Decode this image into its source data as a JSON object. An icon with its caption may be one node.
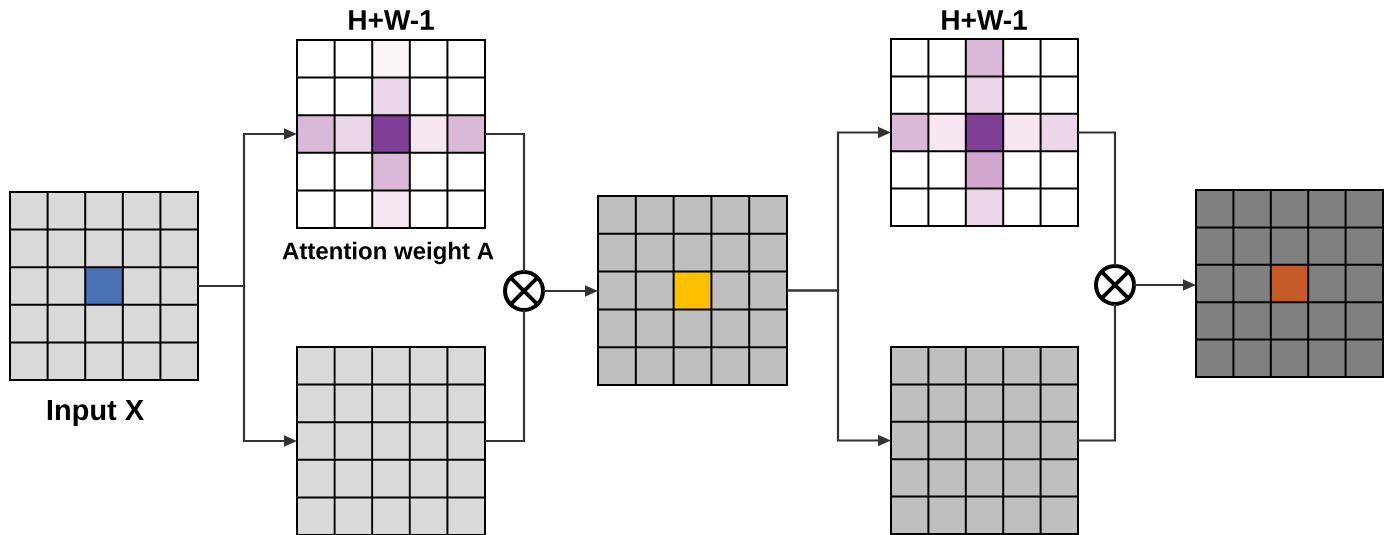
{
  "diagram": {
    "nodes": [
      {
        "text": [
          "Input X"
        ]
      },
      {
        "text": [
          "H+W-1",
          "Attention weight A"
        ]
      },
      {
        "text": [],
        "shape": "box"
      },
      {
        "text": [],
        "shape": "circle"
      },
      {
        "text": [],
        "shape": "box"
      },
      {
        "text": [
          "H+W-1"
        ]
      },
      {
        "text": [],
        "shape": "box"
      },
      {
        "text": [],
        "shape": "circle"
      },
      {
        "text": [],
        "shape": "box"
      }
    ],
    "edges": [
      {
        "from": 0,
        "to": 1,
        "arrow": "to"
      },
      {
        "from": 0,
        "to": 2,
        "arrow": "to"
      },
      {
        "from": 1,
        "to": 3,
        "arrow": "none"
      },
      {
        "from": 2,
        "to": 3,
        "arrow": "none"
      },
      {
        "from": 3,
        "to": 4,
        "arrow": "to"
      },
      {
        "from": 4,
        "to": 5,
        "arrow": "to"
      },
      {
        "from": 4,
        "to": 6,
        "arrow": "to"
      },
      {
        "from": 5,
        "to": 7,
        "arrow": "none"
      },
      {
        "from": 6,
        "to": 7,
        "arrow": "none"
      },
      {
        "from": 7,
        "to": 8,
        "arrow": "to"
      }
    ]
  }
}
